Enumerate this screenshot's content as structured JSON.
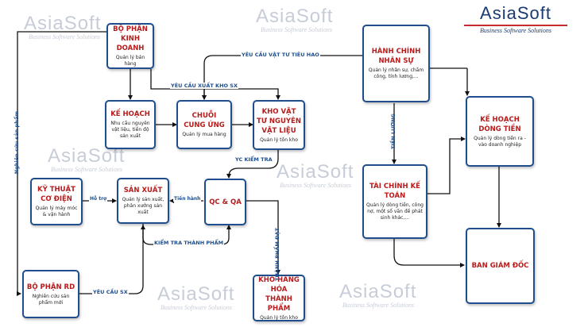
{
  "watermark": {
    "brand": "AsiaSoft",
    "tagline": "Business Software Solutions"
  },
  "logo": {
    "brand": "AsiaSoft",
    "tagline": "Business Software Solutions"
  },
  "boxes": {
    "kinh_doanh": {
      "title": "BỘ PHẬN KINH DOANH",
      "desc": "Quản lý bán hàng"
    },
    "ke_hoach": {
      "title": "KẾ HOẠCH",
      "desc": "Nhu cầu nguyên vật liệu, tiến độ sản xuất"
    },
    "chuoi_cung_ung": {
      "title": "CHUỖI CUNG ỨNG",
      "desc": "Quản lý mua hàng"
    },
    "kho_vat_tu": {
      "title": "KHO VẬT TƯ NGUYÊN VẬT LIỆU",
      "desc": "Quản lý tồn kho"
    },
    "hanh_chinh": {
      "title": "HÀNH CHÍNH NHÂN SỰ",
      "desc": "Quản lý nhân sự, chấm công, tính lương,..."
    },
    "ke_hoach_dong_tien": {
      "title": "KẾ HOẠCH DÒNG TIỀN",
      "desc": "Quản lý dòng tiền ra - vào doanh nghiệp"
    },
    "tai_chinh": {
      "title": "TÀI CHÍNH KẾ TOÁN",
      "desc": "Quản lý dòng tiền, công nợ, một số vấn đề phát sinh khác,..."
    },
    "ky_thuat": {
      "title": "KỸ THUẬT CƠ ĐIỆN",
      "desc": "Quản lý máy móc & vận hành"
    },
    "san_xuat": {
      "title": "SẢN XUẤT",
      "desc": "Quản lý sản xuất, phân xưởng sản xuất"
    },
    "qc_qa": {
      "title": "QC & QA",
      "desc": ""
    },
    "ban_giam_doc": {
      "title": "BAN GIÁM ĐỐC",
      "desc": ""
    },
    "rd": {
      "title": "BỘ PHẬN RD",
      "desc": "Nghiên cứu sản phẩm mới"
    },
    "kho_thanh_pham": {
      "title": "KHO HÀNG HÓA THÀNH PHẨM",
      "desc": "Quản lý tồn kho"
    }
  },
  "labels": {
    "yc_vat_tu": "YÊU CẦU VẬT TƯ TIÊU HAO",
    "yc_xuat_kho": "YÊU CẦU XUẤT KHO SX",
    "yc_kiem_tra": "YC KIỂM TRA",
    "ho_tro": "Hỗ trợ",
    "tien_hanh": "Tiến hành",
    "kiem_tra_tp": "KIỂM TRA THÀNH PHẨM",
    "yc_sx": "YÊU CẦU SX",
    "tien_luong": "TIỀN LƯƠNG",
    "tp_dat": "THÀNH PHẨM ĐẠT",
    "nc_sp": "Nghiên cứu sản phẩm"
  }
}
